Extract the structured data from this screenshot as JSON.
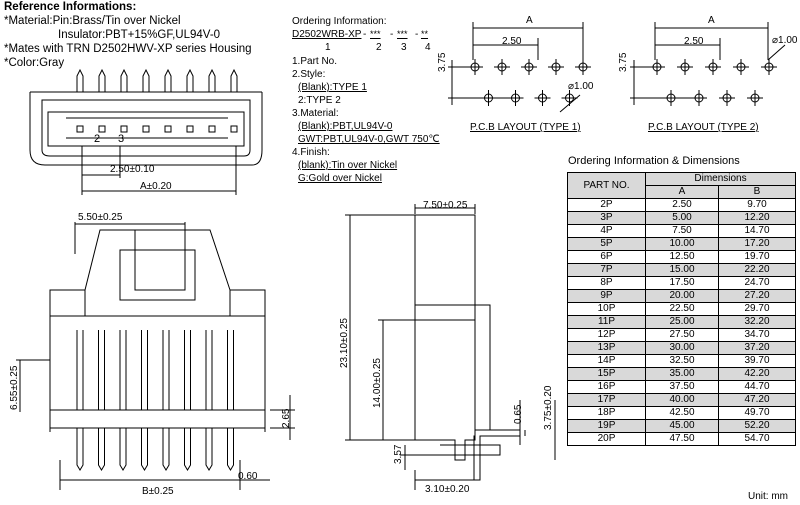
{
  "reference": {
    "title": "Reference Informations:",
    "lines": [
      "*Material:Pin:Brass/Tin over Nickel",
      "Insulator:PBT+15%GF,UL94V-0",
      "*Mates with TRN D2502HWV-XP series Housing",
      "*Color:Gray"
    ]
  },
  "ordering": {
    "title": "Ordering Information:",
    "code": "D2502WRB-XP",
    "code_parts": [
      "***",
      "***",
      "**"
    ],
    "code_nums": [
      "1",
      "2",
      "3",
      "4"
    ],
    "items": [
      "1.Part No.",
      "2.Style:",
      "(Blank):TYPE 1",
      "2:TYPE 2",
      "3.Material:",
      "(Blank):PBT,UL94V-0",
      "GWT:PBT,UL94V-0,GWT 750℃",
      "4.Finish:",
      "(blank):Tin over Nickel",
      "G:Gold over Nickel"
    ]
  },
  "pcb": {
    "type1_label": "P.C.B LAYOUT (TYPE 1)",
    "type2_label": "P.C.B LAYOUT (TYPE 2)",
    "dim_a": "A",
    "dim_pitch": "2.50",
    "dim_row": "3.75",
    "dim_hole": "⌀1.00"
  },
  "dims": {
    "pitch_tol": "2.50±0.10",
    "a_tol": "A±0.20",
    "top_width": "5.50±0.25",
    "side_height": "6.55±0.25",
    "b_tol": "B±0.25",
    "h265": "2.65",
    "w060": "0.60",
    "pin_label_2": "2",
    "pin_label_3": "3",
    "side_top": "7.50±0.25",
    "h2310": "23.10±0.25",
    "h1400": "14.00±0.25",
    "h065": "0.65",
    "h375": "3.75±0.20",
    "h357": "3.57",
    "w310": "3.10±0.20"
  },
  "table": {
    "title": "Ordering Information & Dimensions",
    "col_part": "PART NO.",
    "col_dims": "Dimensions",
    "col_a": "A",
    "col_b": "B",
    "rows": [
      [
        "2P",
        "2.50",
        "9.70"
      ],
      [
        "3P",
        "5.00",
        "12.20"
      ],
      [
        "4P",
        "7.50",
        "14.70"
      ],
      [
        "5P",
        "10.00",
        "17.20"
      ],
      [
        "6P",
        "12.50",
        "19.70"
      ],
      [
        "7P",
        "15.00",
        "22.20"
      ],
      [
        "8P",
        "17.50",
        "24.70"
      ],
      [
        "9P",
        "20.00",
        "27.20"
      ],
      [
        "10P",
        "22.50",
        "29.70"
      ],
      [
        "11P",
        "25.00",
        "32.20"
      ],
      [
        "12P",
        "27.50",
        "34.70"
      ],
      [
        "13P",
        "30.00",
        "37.20"
      ],
      [
        "14P",
        "32.50",
        "39.70"
      ],
      [
        "15P",
        "35.00",
        "42.20"
      ],
      [
        "16P",
        "37.50",
        "44.70"
      ],
      [
        "17P",
        "40.00",
        "47.20"
      ],
      [
        "18P",
        "42.50",
        "49.70"
      ],
      [
        "19P",
        "45.00",
        "52.20"
      ],
      [
        "20P",
        "47.50",
        "54.70"
      ]
    ],
    "unit": "Unit: mm"
  }
}
